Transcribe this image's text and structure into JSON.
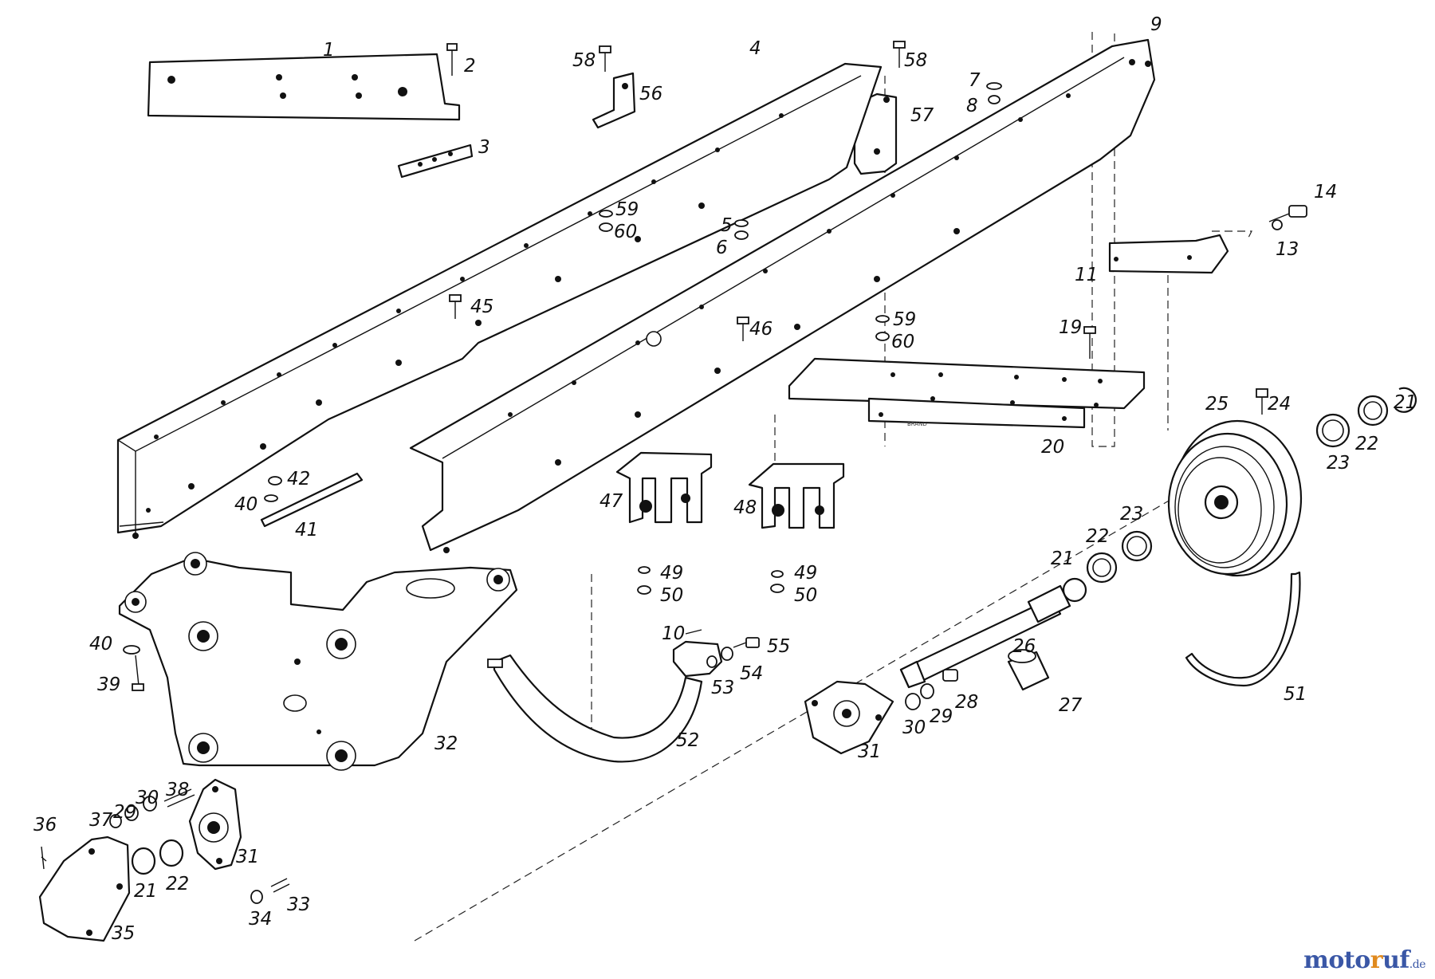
{
  "diagram": {
    "labels": [
      {
        "id": "p1",
        "text": "1"
      },
      {
        "id": "p2",
        "text": "2"
      },
      {
        "id": "p3",
        "text": "3"
      },
      {
        "id": "p4",
        "text": "4"
      },
      {
        "id": "p58a",
        "text": "58"
      },
      {
        "id": "p56",
        "text": "56"
      },
      {
        "id": "p58b",
        "text": "58"
      },
      {
        "id": "p57",
        "text": "57"
      },
      {
        "id": "p7",
        "text": "7"
      },
      {
        "id": "p8",
        "text": "8"
      },
      {
        "id": "p9",
        "text": "9"
      },
      {
        "id": "p59a",
        "text": "59"
      },
      {
        "id": "p60a",
        "text": "60"
      },
      {
        "id": "p5",
        "text": "5"
      },
      {
        "id": "p6",
        "text": "6"
      },
      {
        "id": "p14",
        "text": "14"
      },
      {
        "id": "p13",
        "text": "13"
      },
      {
        "id": "p11",
        "text": "11"
      },
      {
        "id": "p45",
        "text": "45"
      },
      {
        "id": "p46",
        "text": "46"
      },
      {
        "id": "p59b",
        "text": "59"
      },
      {
        "id": "p60b",
        "text": "60"
      },
      {
        "id": "p19",
        "text": "19"
      },
      {
        "id": "p20",
        "text": "20"
      },
      {
        "id": "p25",
        "text": "25"
      },
      {
        "id": "p24",
        "text": "24"
      },
      {
        "id": "p21a",
        "text": "21"
      },
      {
        "id": "p22a",
        "text": "22"
      },
      {
        "id": "p23a",
        "text": "23"
      },
      {
        "id": "p42",
        "text": "42"
      },
      {
        "id": "p40a",
        "text": "40"
      },
      {
        "id": "p41",
        "text": "41"
      },
      {
        "id": "p47",
        "text": "47"
      },
      {
        "id": "p48",
        "text": "48"
      },
      {
        "id": "p23b",
        "text": "23"
      },
      {
        "id": "p22b",
        "text": "22"
      },
      {
        "id": "p21b",
        "text": "21"
      },
      {
        "id": "p49a",
        "text": "49"
      },
      {
        "id": "p50a",
        "text": "50"
      },
      {
        "id": "p49b",
        "text": "49"
      },
      {
        "id": "p50b",
        "text": "50"
      },
      {
        "id": "p10",
        "text": "10"
      },
      {
        "id": "p55",
        "text": "55"
      },
      {
        "id": "p54",
        "text": "54"
      },
      {
        "id": "p53",
        "text": "53"
      },
      {
        "id": "p26",
        "text": "26"
      },
      {
        "id": "p40b",
        "text": "40"
      },
      {
        "id": "p39",
        "text": "39"
      },
      {
        "id": "p32",
        "text": "32"
      },
      {
        "id": "p52",
        "text": "52"
      },
      {
        "id": "p28",
        "text": "28"
      },
      {
        "id": "p29a",
        "text": "29"
      },
      {
        "id": "p30a",
        "text": "30"
      },
      {
        "id": "p31a",
        "text": "31"
      },
      {
        "id": "p27",
        "text": "27"
      },
      {
        "id": "p51",
        "text": "51"
      },
      {
        "id": "p36",
        "text": "36"
      },
      {
        "id": "p37",
        "text": "37"
      },
      {
        "id": "p29b",
        "text": "29"
      },
      {
        "id": "p30b",
        "text": "30"
      },
      {
        "id": "p38",
        "text": "38"
      },
      {
        "id": "p31b",
        "text": "31"
      },
      {
        "id": "p21c",
        "text": "21"
      },
      {
        "id": "p22c",
        "text": "22"
      },
      {
        "id": "p35",
        "text": "35"
      },
      {
        "id": "p34",
        "text": "34"
      },
      {
        "id": "p33",
        "text": "33"
      }
    ],
    "stamp_text": "BRAND"
  },
  "watermark": {
    "prefix": "moto",
    "highlight": "r",
    "suffix": "uf",
    "tld": ".de"
  },
  "colors": {
    "ink": "#111111",
    "watermark_blue": "#3a57a6",
    "watermark_orange": "#e08a1e"
  }
}
